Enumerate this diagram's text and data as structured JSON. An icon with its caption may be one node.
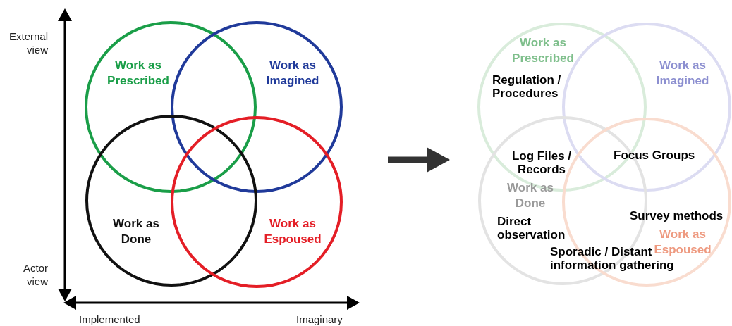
{
  "diagram": {
    "nodes": [
      {
        "text": [
          "Work as Prescribed"
        ]
      },
      {
        "text": [
          "Work as Imagined"
        ]
      },
      {
        "text": [
          "Work as Done"
        ]
      },
      {
        "text": [
          "Work as Espoused"
        ]
      },
      {
        "text": [
          "Work as Prescribed"
        ]
      },
      {
        "text": [
          "Work as Imagined"
        ]
      },
      {
        "text": [
          "Work as Done"
        ]
      },
      {
        "text": [
          "Work as Espoused"
        ]
      }
    ],
    "edges": [],
    "labels": [
      "External view",
      "Actor view",
      "Implemented",
      "Imaginary",
      "Regulation / Procedures",
      "Focus Groups",
      "Log Files / Records",
      "Survey methods",
      "Direct observation",
      "Sporadic / Distant information gathering"
    ]
  }
}
